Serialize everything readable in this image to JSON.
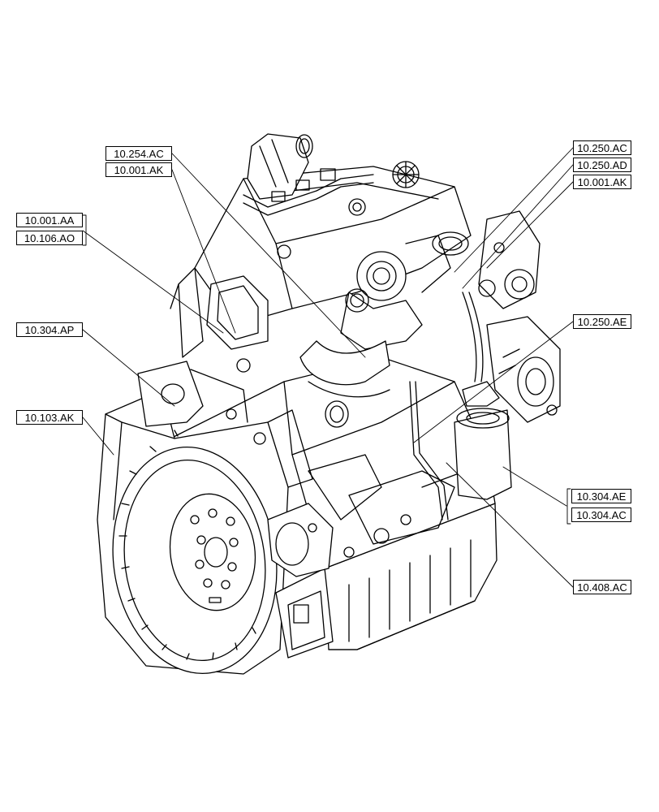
{
  "callouts": {
    "c254ac": "10.254.AC",
    "c001ak_left": "10.001.AK",
    "c001aa": "10.001.AA",
    "c106ao": "10.106.AO",
    "c304ap": "10.304.AP",
    "c103ak": "10.103.AK",
    "c250ac": "10.250.AC",
    "c250ad": "10.250.AD",
    "c001ak_right": "10.001.AK",
    "c250ae": "10.250.AE",
    "c304ae": "10.304.AE",
    "c304ac": "10.304.AC",
    "c408ac": "10.408.AC"
  },
  "stroke_color": "#000000",
  "background_color": "#ffffff"
}
